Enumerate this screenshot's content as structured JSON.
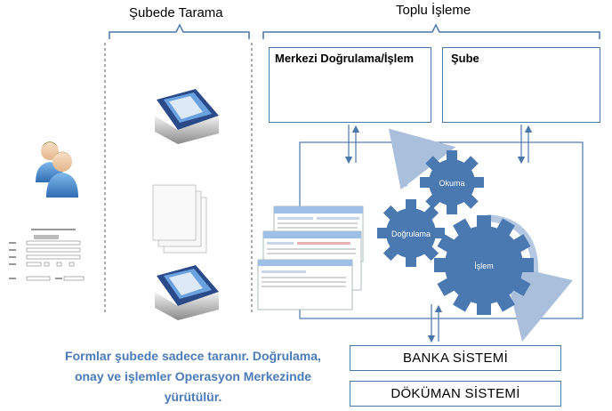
{
  "headings": {
    "branch_scan": "Şubede Tarama",
    "batch_processing": "Toplu İşleme"
  },
  "boxes": {
    "central": "Merkezi Doğrulama/İşlem",
    "branch": "Şube"
  },
  "gears": {
    "reading": "Okuma",
    "verification": "Doğrulama",
    "processing": "İşlem"
  },
  "systems": {
    "bank": "BANKA SİSTEMİ",
    "document": "DÖKÜMAN SİSTEMİ"
  },
  "caption": {
    "line1": "Formlar şubede sadece taranır. Doğrulama,",
    "line2": "onay ve işlemler  Operasyon Merkezinde",
    "line3": "yürütülür."
  },
  "colors": {
    "accent": "#4a77aa",
    "caption": "#4a7bb7",
    "gear": "#4a78b0"
  }
}
